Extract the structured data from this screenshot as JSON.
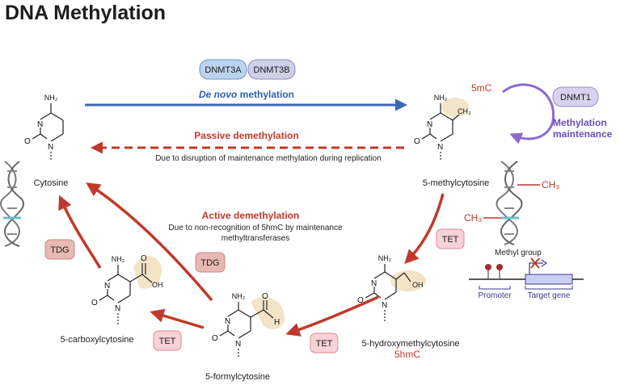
{
  "title": "DNA Methylation",
  "enzymes": {
    "dnmt3a": "DNMT3A",
    "dnmt3b": "DNMT3B",
    "dnmt1": "DNMT1",
    "tet": "TET",
    "tdg": "TDG"
  },
  "pathways": {
    "de_novo_italic": "De novo",
    "de_novo_rest": "methylation",
    "passive_title": "Passive demethylation",
    "passive_desc": "Due to disruption of maintenance methylation during replication",
    "active_title": "Active demethylation",
    "active_desc_line1": "Due to non-recognition of 5hmC by maintenance",
    "active_desc_line2": "methyltransferases",
    "maintenance_line1": "Methylation",
    "maintenance_line2": "maintenance"
  },
  "molecules": {
    "cytosine": "Cytosine",
    "methylcytosine": "5-methylcytosine",
    "methylcytosine_abbrev": "5mC",
    "hydroxymethylcytosine": "5-hydroxymethylcytosine",
    "hydroxymethylcytosine_abbrev": "5hmC",
    "formylcytosine": "5-formylcytosine",
    "carboxylcytosine": "5-carboxylcytosine"
  },
  "atoms": {
    "nh2": "NH₂",
    "n": "N",
    "o": "O",
    "ch3": "CH₃",
    "oh": "OH",
    "h": "H"
  },
  "legend": {
    "ch3_top": "CH₃",
    "ch3_left": "CH₃",
    "methyl_group": "Methyl group",
    "promoter": "Promoter",
    "target_gene": "Target gene"
  }
}
